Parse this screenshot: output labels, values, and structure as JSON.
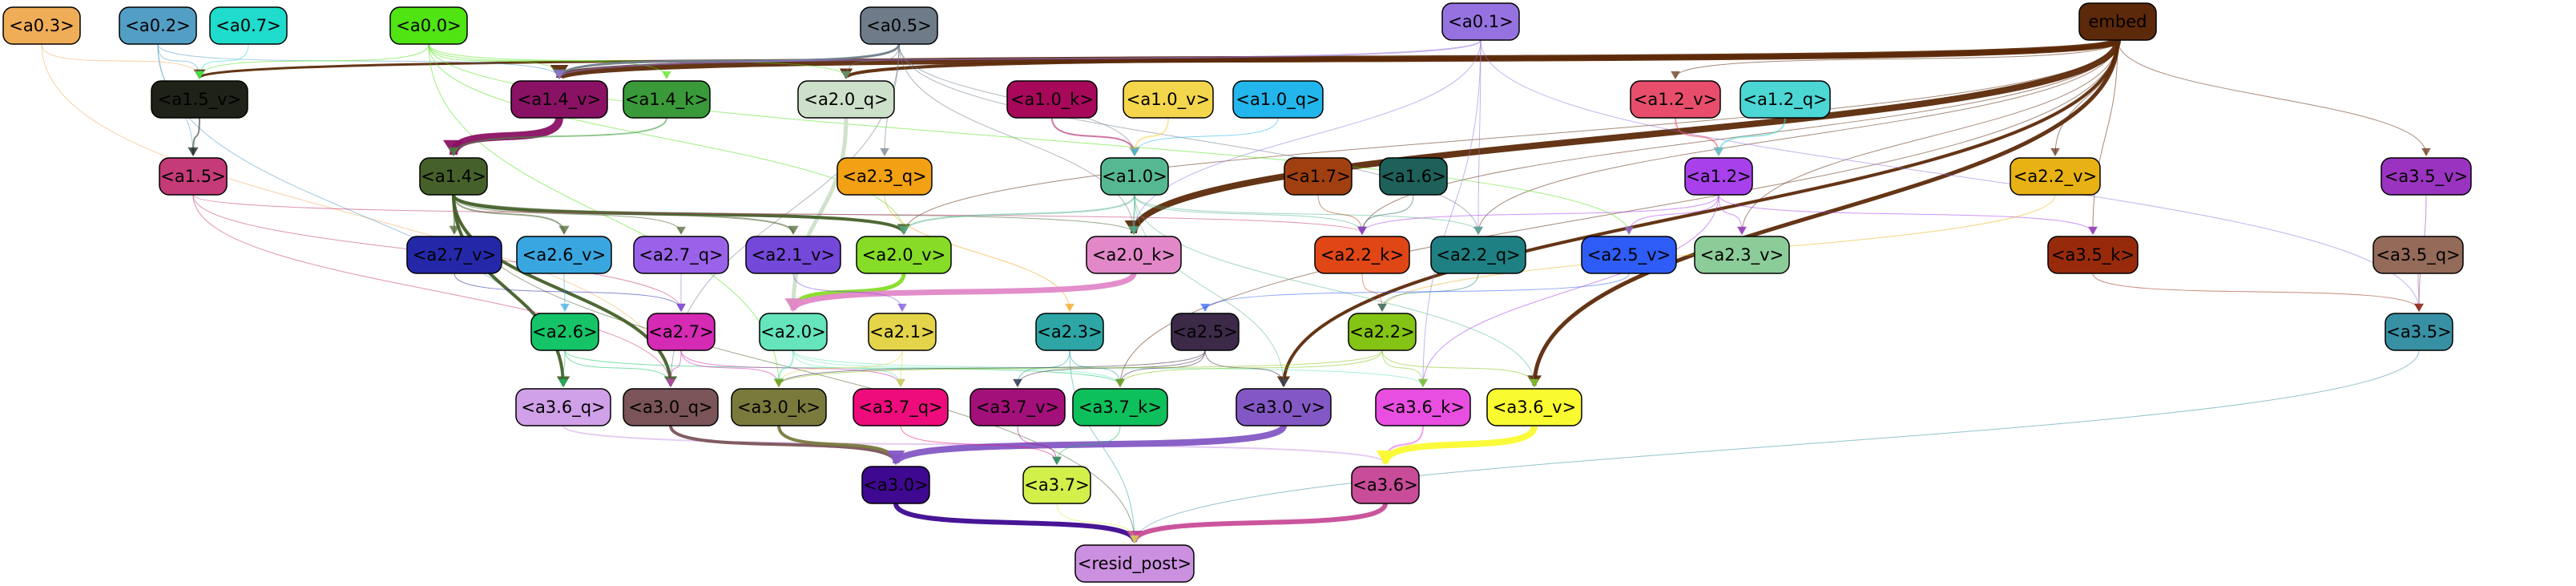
{
  "graph": {
    "nodes": [
      {
        "id": "a0_3",
        "label": "<a0.3>",
        "color": "#f0ad58"
      },
      {
        "id": "a0_2",
        "label": "<a0.2>",
        "color": "#539ec4"
      },
      {
        "id": "a0_7",
        "label": "<a0.7>",
        "color": "#1fdccc"
      },
      {
        "id": "a0_0",
        "label": "<a0.0>",
        "color": "#4fe412"
      },
      {
        "id": "a0_5",
        "label": "<a0.5>",
        "color": "#6e7c8a"
      },
      {
        "id": "a0_1",
        "label": "<a0.1>",
        "color": "#9672e0"
      },
      {
        "id": "embed",
        "label": "embed",
        "color": "#5c2a0a"
      },
      {
        "id": "a1_5_v",
        "label": "<a1.5_v>",
        "color": "#1f2218"
      },
      {
        "id": "a1_4_v",
        "label": "<a1.4_v>",
        "color": "#8a1264"
      },
      {
        "id": "a1_4_k",
        "label": "<a1.4_k>",
        "color": "#3a9a3a"
      },
      {
        "id": "a2_0_q",
        "label": "<a2.0_q>",
        "color": "#cde0c9"
      },
      {
        "id": "a1_0_k",
        "label": "<a1.0_k>",
        "color": "#a7085a"
      },
      {
        "id": "a1_0_v",
        "label": "<a1.0_v>",
        "color": "#f4d64c"
      },
      {
        "id": "a1_0_q",
        "label": "<a1.0_q>",
        "color": "#22b6ec"
      },
      {
        "id": "a1_2_v",
        "label": "<a1.2_v>",
        "color": "#e84e6c"
      },
      {
        "id": "a1_2_q",
        "label": "<a1.2_q>",
        "color": "#4cd6d4"
      },
      {
        "id": "a1_5",
        "label": "<a1.5>",
        "color": "#c43b78"
      },
      {
        "id": "a1_4",
        "label": "<a1.4>",
        "color": "#46602a"
      },
      {
        "id": "a2_3_q",
        "label": "<a2.3_q>",
        "color": "#f2a014"
      },
      {
        "id": "a1_0",
        "label": "<a1.0>",
        "color": "#56b890"
      },
      {
        "id": "a1_7",
        "label": "<a1.7>",
        "color": "#a04010"
      },
      {
        "id": "a1_6",
        "label": "<a1.6>",
        "color": "#1e605a"
      },
      {
        "id": "a1_2",
        "label": "<a1.2>",
        "color": "#a840ec"
      },
      {
        "id": "a2_2_v",
        "label": "<a2.2_v>",
        "color": "#e8b214"
      },
      {
        "id": "a3_5_v",
        "label": "<a3.5_v>",
        "color": "#9a34c0"
      },
      {
        "id": "a2_7_v",
        "label": "<a2.7_v>",
        "color": "#2428a8"
      },
      {
        "id": "a2_6_v",
        "label": "<a2.6_v>",
        "color": "#3aa6e0"
      },
      {
        "id": "a2_7_q",
        "label": "<a2.7_q>",
        "color": "#9a62e8"
      },
      {
        "id": "a2_1_v",
        "label": "<a2.1_v>",
        "color": "#7448d8"
      },
      {
        "id": "a2_0_v",
        "label": "<a2.0_v>",
        "color": "#86dc26"
      },
      {
        "id": "a2_0_k",
        "label": "<a2.0_k>",
        "color": "#e288c8"
      },
      {
        "id": "a2_2_k",
        "label": "<a2.2_k>",
        "color": "#e04616"
      },
      {
        "id": "a2_2_q",
        "label": "<a2.2_q>",
        "color": "#1e8082"
      },
      {
        "id": "a2_5_v",
        "label": "<a2.5_v>",
        "color": "#2e5cf6"
      },
      {
        "id": "a2_3_v",
        "label": "<a2.3_v>",
        "color": "#8ccc98"
      },
      {
        "id": "a3_5_k",
        "label": "<a3.5_k>",
        "color": "#982a0c"
      },
      {
        "id": "a3_5_q",
        "label": "<a3.5_q>",
        "color": "#946a58"
      },
      {
        "id": "a2_6",
        "label": "<a2.6>",
        "color": "#16c468"
      },
      {
        "id": "a2_7",
        "label": "<a2.7>",
        "color": "#d42ab4"
      },
      {
        "id": "a2_0",
        "label": "<a2.0>",
        "color": "#66e4bc"
      },
      {
        "id": "a2_1",
        "label": "<a2.1>",
        "color": "#e4d44a"
      },
      {
        "id": "a2_3",
        "label": "<a2.3>",
        "color": "#2ea6a6"
      },
      {
        "id": "a2_5",
        "label": "<a2.5>",
        "color": "#3c2a48"
      },
      {
        "id": "a2_2",
        "label": "<a2.2>",
        "color": "#84c414"
      },
      {
        "id": "a3_5",
        "label": "<a3.5>",
        "color": "#3890a4"
      },
      {
        "id": "a3_6_q",
        "label": "<a3.6_q>",
        "color": "#d0a0e8"
      },
      {
        "id": "a3_0_q",
        "label": "<a3.0_q>",
        "color": "#7a5458"
      },
      {
        "id": "a3_0_k",
        "label": "<a3.0_k>",
        "color": "#7a7a3c"
      },
      {
        "id": "a3_7_q",
        "label": "<a3.7_q>",
        "color": "#ee0c7c"
      },
      {
        "id": "a3_7_v",
        "label": "<a3.7_v>",
        "color": "#a4107a"
      },
      {
        "id": "a3_7_k",
        "label": "<a3.7_k>",
        "color": "#0ec05c"
      },
      {
        "id": "a3_0_v",
        "label": "<a3.0_v>",
        "color": "#8458c4"
      },
      {
        "id": "a3_6_k",
        "label": "<a3.6_k>",
        "color": "#e84ee0"
      },
      {
        "id": "a3_6_v",
        "label": "<a3.6_v>",
        "color": "#fafa30"
      },
      {
        "id": "a3_0",
        "label": "<a3.0>",
        "color": "#3e0890"
      },
      {
        "id": "a3_7",
        "label": "<a3.7>",
        "color": "#d2f04a"
      },
      {
        "id": "a3_6",
        "label": "<a3.6>",
        "color": "#c84c98"
      },
      {
        "id": "resid_post",
        "label": "<resid_post>",
        "color": "#cc90e0"
      }
    ],
    "edges": [
      {
        "from": "embed",
        "to": "a1_4_v",
        "color": "#5c2a0a",
        "weight": 8
      },
      {
        "from": "embed",
        "to": "a2_0_k",
        "color": "#5c2a0a",
        "weight": 8
      },
      {
        "from": "embed",
        "to": "a3_6_v",
        "color": "#5c2a0a",
        "weight": 5
      },
      {
        "from": "embed",
        "to": "a3_0_v",
        "color": "#5c2a0a",
        "weight": 4
      },
      {
        "from": "embed",
        "to": "a1_5_v",
        "color": "#5c2a0a",
        "weight": 3
      },
      {
        "from": "embed",
        "to": "a2_0_q",
        "color": "#5c2a0a",
        "weight": 4
      },
      {
        "from": "embed",
        "to": "a2_2_k",
        "color": "#5c2a0a",
        "weight": 1
      },
      {
        "from": "embed",
        "to": "a2_2_q",
        "color": "#5c2a0a",
        "weight": 1
      },
      {
        "from": "embed",
        "to": "a2_2_v",
        "color": "#5c2a0a",
        "weight": 1
      },
      {
        "from": "embed",
        "to": "a2_3_v",
        "color": "#5c2a0a",
        "weight": 1
      },
      {
        "from": "embed",
        "to": "a3_5_v",
        "color": "#5c2a0a",
        "weight": 1
      },
      {
        "from": "embed",
        "to": "a3_5_k",
        "color": "#5c2a0a",
        "weight": 1
      },
      {
        "from": "embed",
        "to": "a1_2_v",
        "color": "#5c2a0a",
        "weight": 1
      },
      {
        "from": "embed",
        "to": "a2_0_v",
        "color": "#5c2a0a",
        "weight": 1
      },
      {
        "from": "embed",
        "to": "a3_7_k",
        "color": "#5c2a0a",
        "weight": 1
      },
      {
        "from": "a0_3",
        "to": "a1_5_v",
        "color": "#f0ad58",
        "weight": 1
      },
      {
        "from": "a0_3",
        "to": "a3_0_q",
        "color": "#f0ad58",
        "weight": 1
      },
      {
        "from": "a0_2",
        "to": "a1_5_v",
        "color": "#539ec4",
        "weight": 1
      },
      {
        "from": "a0_2",
        "to": "a1_4_v",
        "color": "#539ec4",
        "weight": 1
      },
      {
        "from": "a0_2",
        "to": "a3_6_q",
        "color": "#539ec4",
        "weight": 1
      },
      {
        "from": "a0_2",
        "to": "a1_5",
        "color": "#539ec4",
        "weight": 1
      },
      {
        "from": "a0_7",
        "to": "a1_5_v",
        "color": "#1fdccc",
        "weight": 1
      },
      {
        "from": "a0_0",
        "to": "a1_5_v",
        "color": "#4fe412",
        "weight": 1
      },
      {
        "from": "a0_0",
        "to": "a1_4_v",
        "color": "#4fe412",
        "weight": 1
      },
      {
        "from": "a0_0",
        "to": "a2_0_q",
        "color": "#4fe412",
        "weight": 1
      },
      {
        "from": "a0_0",
        "to": "a1_4_k",
        "color": "#4fe412",
        "weight": 1
      },
      {
        "from": "a0_0",
        "to": "a2_0_v",
        "color": "#4fe412",
        "weight": 1
      },
      {
        "from": "a0_0",
        "to": "a3_0_k",
        "color": "#4fe412",
        "weight": 1
      },
      {
        "from": "a0_0",
        "to": "a2_5_v",
        "color": "#4fe412",
        "weight": 1
      },
      {
        "from": "a0_5",
        "to": "a1_4_v",
        "color": "#6e7c8a",
        "weight": 3
      },
      {
        "from": "a0_5",
        "to": "a2_0_q",
        "color": "#6e7c8a",
        "weight": 1
      },
      {
        "from": "a0_5",
        "to": "a2_3_q",
        "color": "#6e7c8a",
        "weight": 1
      },
      {
        "from": "a0_5",
        "to": "a1_0",
        "color": "#6e7c8a",
        "weight": 1
      },
      {
        "from": "a0_5",
        "to": "a2_2_q",
        "color": "#6e7c8a",
        "weight": 1
      },
      {
        "from": "a0_5",
        "to": "a3_0_q",
        "color": "#6e7c8a",
        "weight": 1
      },
      {
        "from": "a0_5",
        "to": "a2_0_k",
        "color": "#6e7c8a",
        "weight": 1
      },
      {
        "from": "a0_1",
        "to": "a1_4_v",
        "color": "#9672e0",
        "weight": 2
      },
      {
        "from": "a0_1",
        "to": "a2_2_q",
        "color": "#9672e0",
        "weight": 1
      },
      {
        "from": "a0_1",
        "to": "a3_6_k",
        "color": "#9672e0",
        "weight": 1
      },
      {
        "from": "a0_1",
        "to": "a2_0_k",
        "color": "#9672e0",
        "weight": 1
      },
      {
        "from": "a0_1",
        "to": "a3_5",
        "color": "#9672e0",
        "weight": 1
      },
      {
        "from": "a1_4_v",
        "to": "a1_4",
        "color": "#8a1264",
        "weight": 10
      },
      {
        "from": "a1_4_k",
        "to": "a1_4",
        "color": "#3a9a3a",
        "weight": 2
      },
      {
        "from": "a1_5_v",
        "to": "a1_5",
        "color": "#1f2218",
        "weight": 2
      },
      {
        "from": "a2_0_q",
        "to": "a2_0",
        "color": "#cde0c9",
        "weight": 5
      },
      {
        "from": "a1_0_k",
        "to": "a1_0",
        "color": "#a7085a",
        "weight": 2
      },
      {
        "from": "a1_0_v",
        "to": "a1_0",
        "color": "#f4d64c",
        "weight": 2
      },
      {
        "from": "a1_0_q",
        "to": "a1_0",
        "color": "#22b6ec",
        "weight": 1
      },
      {
        "from": "a1_2_v",
        "to": "a1_2",
        "color": "#e84e6c",
        "weight": 2
      },
      {
        "from": "a1_2_q",
        "to": "a1_2",
        "color": "#4cd6d4",
        "weight": 2
      },
      {
        "from": "a1_4",
        "to": "a2_0_v",
        "color": "#46602a",
        "weight": 4
      },
      {
        "from": "a1_4",
        "to": "a3_6_q",
        "color": "#46602a",
        "weight": 4
      },
      {
        "from": "a1_4",
        "to": "a3_0_q",
        "color": "#46602a",
        "weight": 4
      },
      {
        "from": "a1_4",
        "to": "a2_7_v",
        "color": "#46602a",
        "weight": 2
      },
      {
        "from": "a1_4",
        "to": "a2_6_v",
        "color": "#46602a",
        "weight": 2
      },
      {
        "from": "a1_4",
        "to": "a2_1_v",
        "color": "#46602a",
        "weight": 2
      },
      {
        "from": "a1_4",
        "to": "a2_7_q",
        "color": "#46602a",
        "weight": 1
      },
      {
        "from": "a1_4",
        "to": "a2_0_k",
        "color": "#46602a",
        "weight": 1
      },
      {
        "from": "a1_4",
        "to": "resid_post",
        "color": "#46602a",
        "weight": 1
      },
      {
        "from": "a1_5",
        "to": "a2_2_k",
        "color": "#c43b78",
        "weight": 1
      },
      {
        "from": "a1_5",
        "to": "a3_0_q",
        "color": "#c43b78",
        "weight": 1
      },
      {
        "from": "a1_5",
        "to": "a2_7",
        "color": "#c43b78",
        "weight": 1
      },
      {
        "from": "a1_0",
        "to": "a2_0_k",
        "color": "#56b890",
        "weight": 2
      },
      {
        "from": "a1_0",
        "to": "a2_0_v",
        "color": "#56b890",
        "weight": 2
      },
      {
        "from": "a1_0",
        "to": "a2_2_k",
        "color": "#56b890",
        "weight": 1
      },
      {
        "from": "a1_0",
        "to": "a2_2_q",
        "color": "#56b890",
        "weight": 1
      },
      {
        "from": "a1_0",
        "to": "a3_0_v",
        "color": "#56b890",
        "weight": 1
      },
      {
        "from": "a1_0",
        "to": "a3_6_v",
        "color": "#56b890",
        "weight": 1
      },
      {
        "from": "a1_7",
        "to": "a2_2_k",
        "color": "#a04010",
        "weight": 1
      },
      {
        "from": "a1_6",
        "to": "a2_2_k",
        "color": "#1e605a",
        "weight": 1
      },
      {
        "from": "a1_2",
        "to": "a2_2_k",
        "color": "#a840ec",
        "weight": 1
      },
      {
        "from": "a1_2",
        "to": "a2_5_v",
        "color": "#a840ec",
        "weight": 1
      },
      {
        "from": "a1_2",
        "to": "a2_3_v",
        "color": "#a840ec",
        "weight": 1
      },
      {
        "from": "a1_2",
        "to": "a3_5_k",
        "color": "#a840ec",
        "weight": 1
      },
      {
        "from": "a1_2",
        "to": "a3_6_k",
        "color": "#a840ec",
        "weight": 1
      },
      {
        "from": "a2_3_q",
        "to": "a2_3",
        "color": "#f2a014",
        "weight": 1
      },
      {
        "from": "a2_2_v",
        "to": "a2_2",
        "color": "#e8b214",
        "weight": 1
      },
      {
        "from": "a3_5_v",
        "to": "a3_5",
        "color": "#9a34c0",
        "weight": 1
      },
      {
        "from": "a3_5_q",
        "to": "a3_5",
        "color": "#946a58",
        "weight": 1
      },
      {
        "from": "a3_5_k",
        "to": "a3_5",
        "color": "#982a0c",
        "weight": 1
      },
      {
        "from": "a2_7_v",
        "to": "a2_7",
        "color": "#2428a8",
        "weight": 1
      },
      {
        "from": "a2_7_q",
        "to": "a2_7",
        "color": "#9a62e8",
        "weight": 1
      },
      {
        "from": "a2_6_v",
        "to": "a2_6",
        "color": "#3aa6e0",
        "weight": 1
      },
      {
        "from": "a2_0_v",
        "to": "a2_0",
        "color": "#86dc26",
        "weight": 5
      },
      {
        "from": "a2_0_k",
        "to": "a2_0",
        "color": "#e288c8",
        "weight": 7
      },
      {
        "from": "a2_2_k",
        "to": "a2_2",
        "color": "#e04616",
        "weight": 1
      },
      {
        "from": "a2_2_q",
        "to": "a2_2",
        "color": "#1e8082",
        "weight": 1
      },
      {
        "from": "a2_5_v",
        "to": "a2_5",
        "color": "#2e5cf6",
        "weight": 1
      },
      {
        "from": "a2_1_v",
        "to": "a2_1",
        "color": "#7448d8",
        "weight": 1
      },
      {
        "from": "a2_6",
        "to": "a3_6_q",
        "color": "#16c468",
        "weight": 1
      },
      {
        "from": "a2_6",
        "to": "a3_0_q",
        "color": "#16c468",
        "weight": 1
      },
      {
        "from": "a2_6",
        "to": "a3_7_k",
        "color": "#16c468",
        "weight": 1
      },
      {
        "from": "a2_7",
        "to": "a3_0_q",
        "color": "#d42ab4",
        "weight": 1
      },
      {
        "from": "a2_7",
        "to": "a3_0_k",
        "color": "#d42ab4",
        "weight": 1
      },
      {
        "from": "a2_7",
        "to": "a3_7_q",
        "color": "#d42ab4",
        "weight": 1
      },
      {
        "from": "a2_0",
        "to": "a3_0_k",
        "color": "#66e4bc",
        "weight": 2
      },
      {
        "from": "a2_0",
        "to": "a3_7_k",
        "color": "#66e4bc",
        "weight": 1
      },
      {
        "from": "a2_0",
        "to": "a3_7_q",
        "color": "#66e4bc",
        "weight": 1
      },
      {
        "from": "a2_0",
        "to": "a3_6_k",
        "color": "#66e4bc",
        "weight": 1
      },
      {
        "from": "a2_1",
        "to": "a3_0_k",
        "color": "#e4d44a",
        "weight": 1
      },
      {
        "from": "a2_1",
        "to": "a3_7_q",
        "color": "#e4d44a",
        "weight": 1
      },
      {
        "from": "a2_3",
        "to": "a3_7_v",
        "color": "#2ea6a6",
        "weight": 1
      },
      {
        "from": "a2_3",
        "to": "a3_7_k",
        "color": "#2ea6a6",
        "weight": 1
      },
      {
        "from": "a2_3",
        "to": "resid_post",
        "color": "#2ea6a6",
        "weight": 1
      },
      {
        "from": "a2_5",
        "to": "a3_0_k",
        "color": "#3c2a48",
        "weight": 1
      },
      {
        "from": "a2_5",
        "to": "a3_7_v",
        "color": "#3c2a48",
        "weight": 1
      },
      {
        "from": "a2_5",
        "to": "a3_7_k",
        "color": "#3c2a48",
        "weight": 1
      },
      {
        "from": "a2_5",
        "to": "a3_0_v",
        "color": "#3c2a48",
        "weight": 1
      },
      {
        "from": "a2_2",
        "to": "a3_0_k",
        "color": "#84c414",
        "weight": 1
      },
      {
        "from": "a2_2",
        "to": "a3_7_k",
        "color": "#84c414",
        "weight": 1
      },
      {
        "from": "a2_2",
        "to": "a3_6_v",
        "color": "#84c414",
        "weight": 1
      },
      {
        "from": "a2_2",
        "to": "a3_6_k",
        "color": "#84c414",
        "weight": 1
      },
      {
        "from": "a3_6_q",
        "to": "a3_6",
        "color": "#d0a0e8",
        "weight": 2
      },
      {
        "from": "a3_0_q",
        "to": "a3_0",
        "color": "#7a5458",
        "weight": 4
      },
      {
        "from": "a3_0_k",
        "to": "a3_0",
        "color": "#7a7a3c",
        "weight": 4
      },
      {
        "from": "a3_0_v",
        "to": "a3_0",
        "color": "#8458c4",
        "weight": 8
      },
      {
        "from": "a3_7_q",
        "to": "a3_7",
        "color": "#ee0c7c",
        "weight": 1
      },
      {
        "from": "a3_7_v",
        "to": "a3_7",
        "color": "#a4107a",
        "weight": 1
      },
      {
        "from": "a3_7_k",
        "to": "a3_7",
        "color": "#0ec05c",
        "weight": 1
      },
      {
        "from": "a3_6_k",
        "to": "a3_6",
        "color": "#e84ee0",
        "weight": 2
      },
      {
        "from": "a3_6_v",
        "to": "a3_6",
        "color": "#fafa30",
        "weight": 8
      },
      {
        "from": "a3_5",
        "to": "resid_post",
        "color": "#3890a4",
        "weight": 1
      },
      {
        "from": "a3_0",
        "to": "resid_post",
        "color": "#3e0890",
        "weight": 6
      },
      {
        "from": "a3_6",
        "to": "resid_post",
        "color": "#c84c98",
        "weight": 6
      },
      {
        "from": "a3_7",
        "to": "resid_post",
        "color": "#d2f04a",
        "weight": 1
      }
    ]
  }
}
